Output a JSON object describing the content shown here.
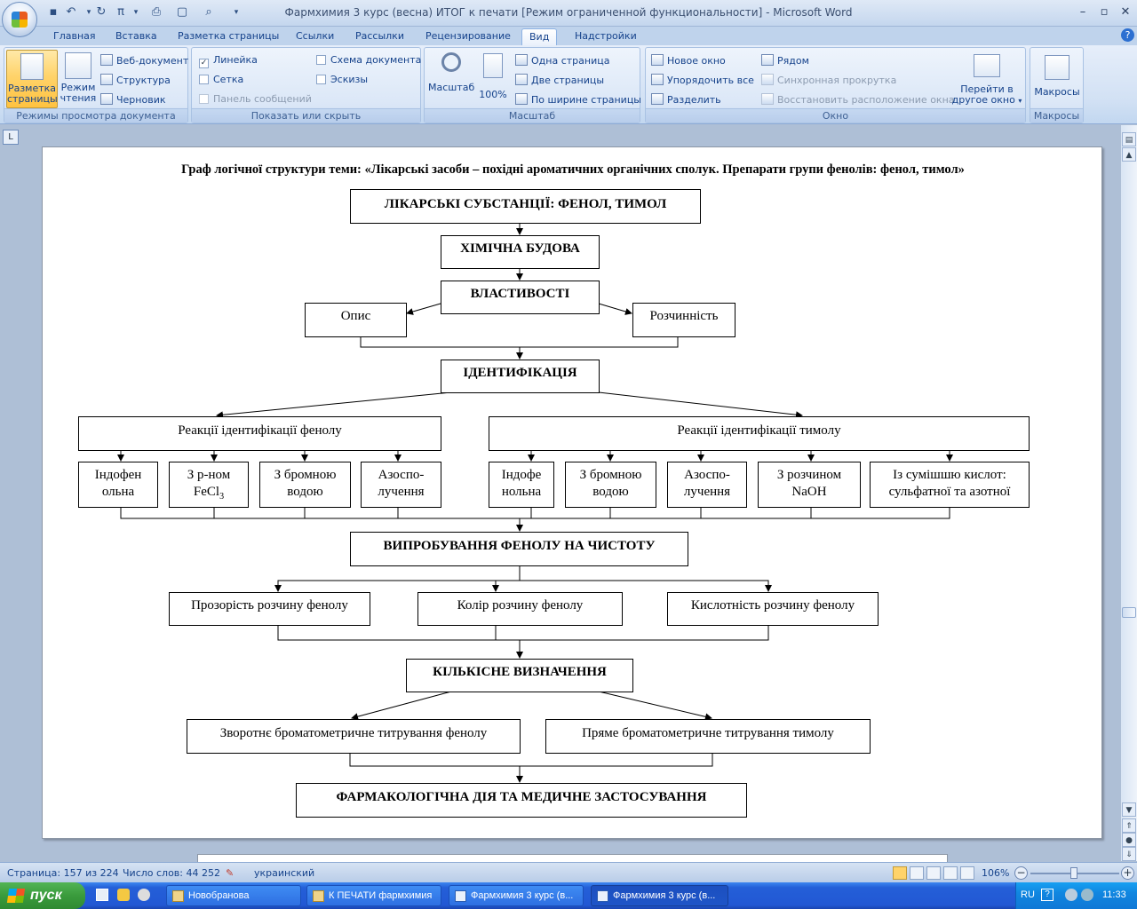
{
  "window": {
    "title": "Фармхимия 3 курс (весна) ИТОГ к печати [Режим ограниченной функциональности] - Microsoft Word"
  },
  "tabs": [
    "Главная",
    "Вставка",
    "Разметка страницы",
    "Ссылки",
    "Рассылки",
    "Рецензирование",
    "Вид",
    "Надстройки"
  ],
  "active_tab": "Вид",
  "ribbon": {
    "views": {
      "print_layout_line1": "Разметка",
      "print_layout_line2": "страницы",
      "reading_line1": "Режим",
      "reading_line2": "чтения",
      "web": "Веб-документ",
      "outline": "Структура",
      "draft": "Черновик",
      "label": "Режимы просмотра документа"
    },
    "show": {
      "ruler": "Линейка",
      "gridlines": "Сетка",
      "message_bar": "Панель сообщений",
      "doc_map": "Схема документа",
      "thumbnails": "Эскизы",
      "label": "Показать или скрыть"
    },
    "zoom": {
      "zoom": "Масштаб",
      "pct100": "100%",
      "one_page": "Одна страница",
      "two_pages": "Две страницы",
      "page_width": "По ширине страницы",
      "label": "Масштаб"
    },
    "window": {
      "new_window": "Новое окно",
      "arrange_all": "Упорядочить все",
      "split": "Разделить",
      "side_by_side": "Рядом",
      "sync_scroll": "Синхронная прокрутка",
      "reset_pos": "Восстановить расположение окна",
      "switch_line1": "Перейти в",
      "switch_line2": "другое окно",
      "label": "Окно"
    },
    "macros": {
      "macros": "Макросы",
      "label": "Макросы"
    }
  },
  "document": {
    "heading": "Граф логічної структури теми: «Лікарські засоби – похідні ароматичних органічних сполук. Препарати групи фенолів: фенол, тимол»",
    "nodes": {
      "substances": "ЛІКАРСЬКІ СУБСТАНЦІЇ: ФЕНОЛ, ТИМОЛ",
      "structure": "ХІМІЧНА БУДОВА",
      "properties": "ВЛАСТИВОСТІ",
      "description": "Опис",
      "solubility": "Розчинність",
      "identification": "ІДЕНТИФІКАЦІЯ",
      "phenol_reactions": "Реакції ідентифікації фенолу",
      "thymol_reactions": "Реакції ідентифікації тимолу",
      "ph_indophenol_1": "Індофен",
      "ph_indophenol_2": "ольна",
      "ph_fecl3_1": "З р-ном",
      "ph_fecl3_2a": "FeCl",
      "ph_fecl3_2b": "3",
      "ph_bromine_1": "З бромною",
      "ph_bromine_2": "водою",
      "ph_azo_1": "Азоспо-",
      "ph_azo_2": "лучення",
      "th_indophenol_1": "Індофе",
      "th_indophenol_2": "нольна",
      "th_bromine_1": "З бромною",
      "th_bromine_2": "водою",
      "th_azo_1": "Азоспо-",
      "th_azo_2": "лучення",
      "th_naoh_1": "З розчином",
      "th_naoh_2": "NaOH",
      "th_acids_1": "Із сумішшю кислот:",
      "th_acids_2": "сульфатної та азотної",
      "purity": "ВИПРОБУВАННЯ  ФЕНОЛУ НА ЧИСТОТУ",
      "transparency": "Прозорість розчину фенолу",
      "color": "Колір розчину фенолу",
      "acidity": "Кислотність розчину фенолу",
      "assay": "КІЛЬКІСНЕ ВИЗНАЧЕННЯ",
      "back_titration": "Зворотнє броматометричне титрування фенолу",
      "direct_titration": "Пряме броматометричне титрування тимолу",
      "pharmacology": "ФАРМАКОЛОГІЧНА ДІЯ ТА МЕДИЧНЕ ЗАСТОСУВАННЯ"
    }
  },
  "statusbar": {
    "page": "Страница: 157 из 224",
    "words": "Число слов: 44 252",
    "language": "украинский",
    "zoom": "106%"
  },
  "taskbar": {
    "start": "пуск",
    "items": [
      "Новобранова",
      "К ПЕЧАТИ фармхимия",
      "Фармхимия 3 курс (в...",
      "Фармхимия 3 курс (в..."
    ],
    "lang": "RU",
    "clock": "11:33"
  }
}
